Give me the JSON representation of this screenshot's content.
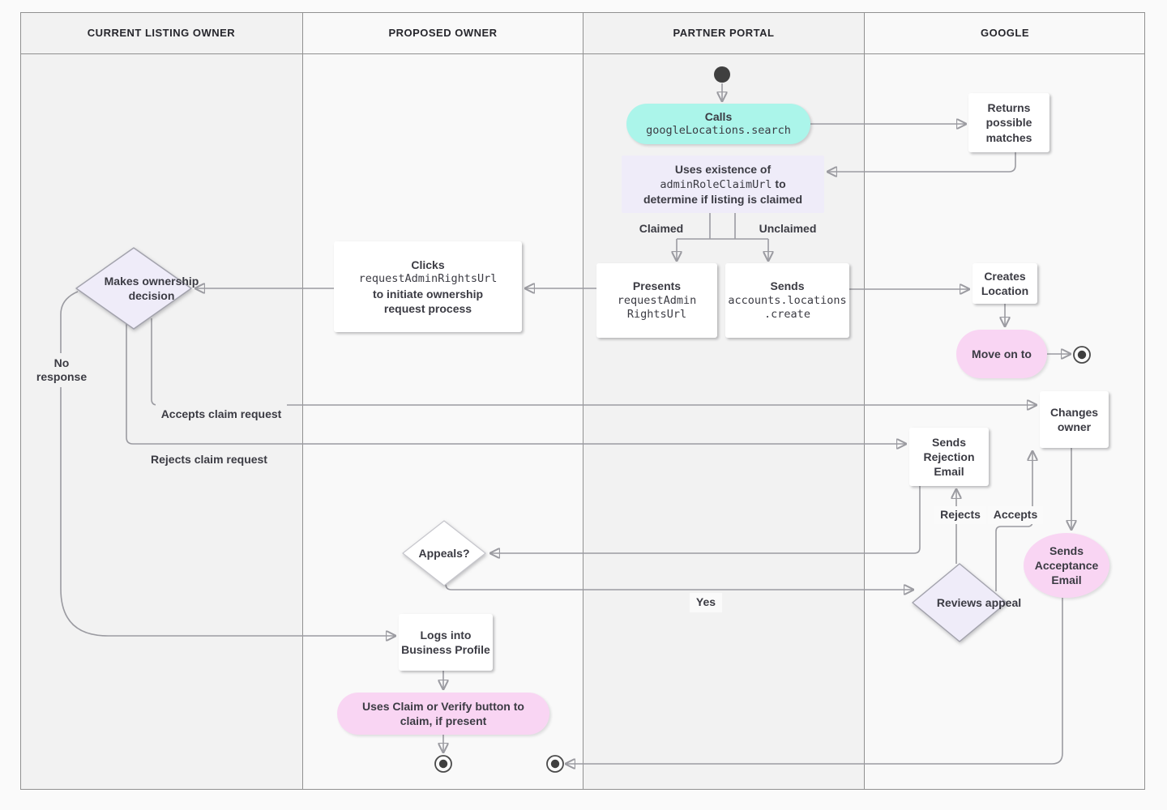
{
  "lanes": [
    {
      "label": "CURRENT LISTING OWNER"
    },
    {
      "label": "PROPOSED OWNER"
    },
    {
      "label": "PARTNER PORTAL"
    },
    {
      "label": "GOOGLE"
    }
  ],
  "nodes": {
    "calls": {
      "label": "Calls",
      "code": "googleLocations.search"
    },
    "returns_matches": {
      "label": "Returns possible matches"
    },
    "uses_existence": {
      "line1": "Uses existence of",
      "code": "adminRoleClaimUrl",
      "after_code": " to",
      "line3": "determine if listing is claimed"
    },
    "presents": {
      "label": "Presents",
      "code_line1": "requestAdmin",
      "code_line2": "RightsUrl"
    },
    "sends_create": {
      "label": "Sends",
      "code_line1": "accounts.locations",
      "code_line2": ".create"
    },
    "clicks": {
      "label": "Clicks",
      "code": "requestAdminRightsUrl",
      "line3": "to initiate ownership",
      "line4": "request process"
    },
    "makes_decision": {
      "label": "Makes ownership decision"
    },
    "creates_location": {
      "label": "Creates Location"
    },
    "move_on": {
      "label": "Move on to"
    },
    "changes_owner": {
      "label": "Changes owner"
    },
    "sends_rejection": {
      "label": "Sends Rejection Email"
    },
    "appeals": {
      "label": "Appeals?"
    },
    "reviews_appeal": {
      "label": "Reviews appeal"
    },
    "sends_acceptance": {
      "label": "Sends Acceptance Email"
    },
    "logs_in": {
      "label": "Logs into Business Profile"
    },
    "claim_verify": {
      "label": "Uses Claim or Verify button to claim, if present"
    }
  },
  "edge_labels": {
    "claimed": "Claimed",
    "unclaimed": "Unclaimed",
    "no_response": "No response",
    "accepts_claim": "Accepts claim request",
    "rejects_claim": "Rejects claim request",
    "yes": "Yes",
    "rejects": "Rejects",
    "accepts": "Accepts"
  },
  "colors": {
    "teal_node": "#ABF5EA",
    "lavender_node": "#EFECF9",
    "pink_node": "#F9D5F3",
    "white_node": "#FFFFFF",
    "line_gray": "#9B9BA1",
    "arrow_gray": "#757575",
    "text_dark": "#3B3B43",
    "lane_dark_bg": "#F2F2F2",
    "lane_light_bg": "#F9F9F9",
    "border_gray": "#919191",
    "terminal_dark": "#3F3F3F"
  }
}
